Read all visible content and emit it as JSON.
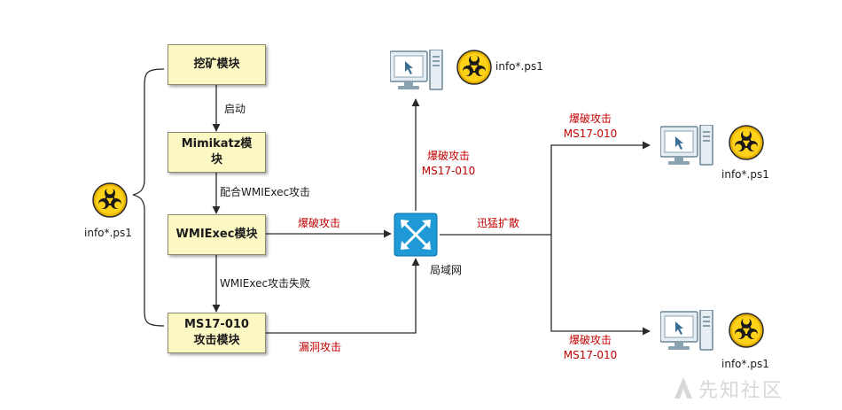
{
  "modules": {
    "mining": "挖矿模块",
    "mimikatz": "Mimikatz模块",
    "wmiexec": "WMIExec模块",
    "ms17": "MS17-010攻击模块"
  },
  "edges": {
    "start": "启动",
    "cooperate": "配合WMIExec攻击",
    "wmi_fail": "WMIExec攻击失败",
    "brute": "爆破攻击",
    "exploit": "漏洞攻击",
    "spread": "迅猛扩散",
    "brute_ms17": "爆破攻击\nMS17-010"
  },
  "lan": "局域网",
  "payload": "info*.ps1",
  "watermark": "先知社区",
  "colors": {
    "module_fill": "#fcf8c4",
    "attack_red": "#c00000",
    "switch_blue": "#1f9ad6"
  }
}
